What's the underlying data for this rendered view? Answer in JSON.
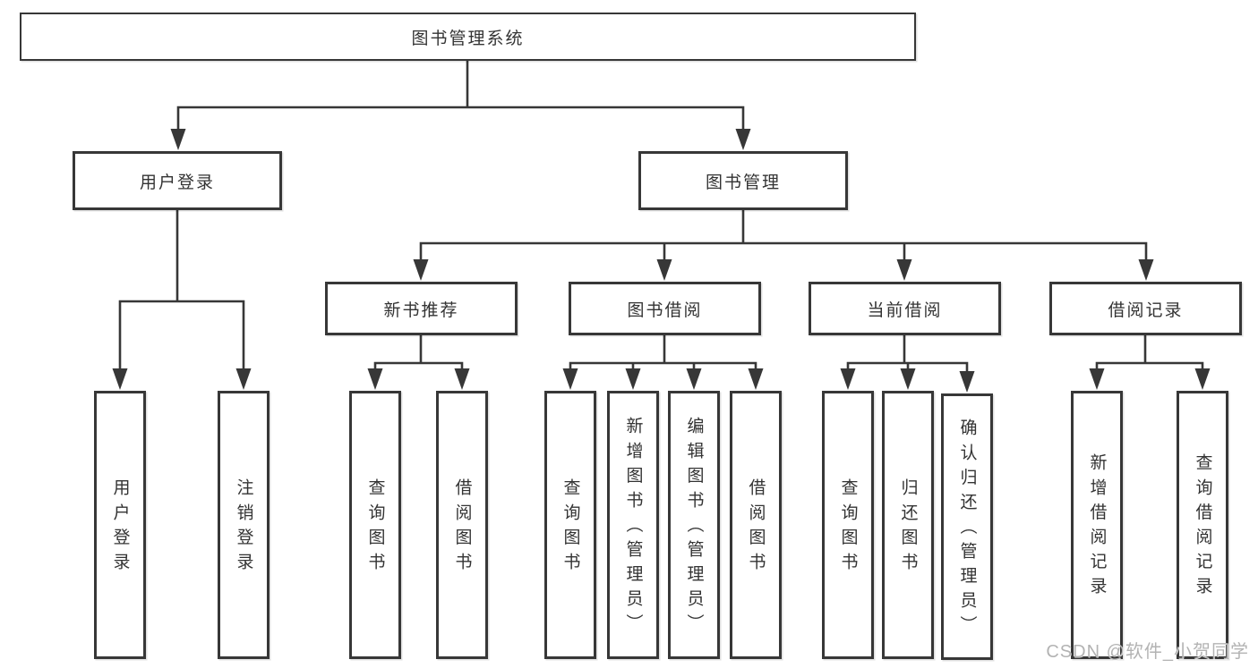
{
  "tree": {
    "root": {
      "label": "图书管理系统",
      "children": [
        {
          "label": "用户登录",
          "children": [
            {
              "label": "用户登录"
            },
            {
              "label": "注销登录"
            }
          ]
        },
        {
          "label": "图书管理",
          "children": [
            {
              "label": "新书推荐",
              "children": [
                {
                  "label": "查询图书"
                },
                {
                  "label": "借阅图书"
                }
              ]
            },
            {
              "label": "图书借阅",
              "children": [
                {
                  "label": "查询图书"
                },
                {
                  "label": "新增图书（管理员）"
                },
                {
                  "label": "编辑图书（管理员）"
                },
                {
                  "label": "借阅图书"
                }
              ]
            },
            {
              "label": "当前借阅",
              "children": [
                {
                  "label": "查询图书"
                },
                {
                  "label": "归还图书"
                },
                {
                  "label": "确认归还（管理员）"
                }
              ]
            },
            {
              "label": "借阅记录",
              "children": [
                {
                  "label": "新增借阅记录"
                },
                {
                  "label": "查询借阅记录"
                }
              ]
            }
          ]
        }
      ]
    }
  },
  "watermark": {
    "text": "CSDN @软件_小贺同学"
  },
  "colors": {
    "line": "#373737",
    "text": "#333333",
    "background": "#ffffff",
    "watermark": "#b3b3b3"
  }
}
